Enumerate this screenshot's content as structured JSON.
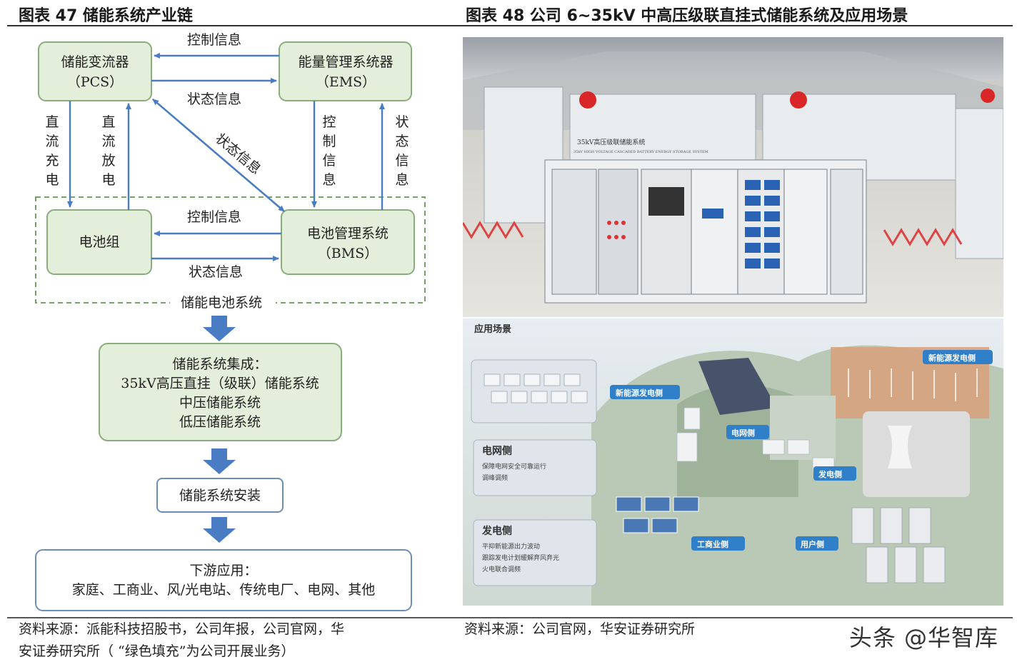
{
  "left": {
    "title": "图表 47 储能系统产业链",
    "boxes": {
      "pcs": [
        "储能变流器",
        "（PCS）"
      ],
      "ems": [
        "能量管理系统器",
        "（EMS）"
      ],
      "battery": "电池组",
      "bms": [
        "电池管理系统",
        "（BMS）"
      ],
      "integration": [
        "储能系统集成：",
        "35kV高压直挂（级联）储能系统",
        "中压储能系统",
        "低压储能系统"
      ],
      "install": "储能系统安装",
      "downstream": [
        "下游应用：",
        "家庭、工商业、风/光电站、传统电厂、电网、其他"
      ]
    },
    "labels": {
      "control_info": "控制信息",
      "status_info": "状态信息",
      "dc_charge": [
        "直",
        "流",
        "充",
        "电"
      ],
      "dc_discharge": [
        "直",
        "流",
        "放",
        "电"
      ],
      "control_vertical": [
        "控",
        "制",
        "信",
        "息"
      ],
      "status_vertical": [
        "状",
        "态",
        "信",
        "息"
      ],
      "battery_system": "储能电池系统"
    },
    "source": [
      "资料来源：派能科技招股书，公司年报，公司官网，华",
      "安证券研究所（ “绿色填充”为公司开展业务）"
    ]
  },
  "right": {
    "title": "图表 48 公司 6~35kV 中高压级联直挂式储能系统及应用场景",
    "photo_label": "35kV高压级联储能系统",
    "photo_sublabel": "35kV HIGH VOLTAGE CASCADED BATTERY ENERGY STORAGE SYSTEM",
    "scene": {
      "title": "应用场景",
      "tags": [
        "新能源发电侧",
        "新能源发电侧",
        "电网侧",
        "发电侧",
        "工商业侧",
        "用户侧"
      ],
      "grid_panel": {
        "title": "电网侧",
        "items": [
          "保障电网安全可靠运行",
          "调峰调频"
        ]
      },
      "gen_panel": {
        "title": "发电侧",
        "items": [
          "平抑新能源出力波动",
          "跟踪发电计划缓解弃风弃光",
          "火电联合调频"
        ]
      }
    },
    "source": "资料来源：公司官网，华安证券研究所"
  },
  "watermark": "头条 @华智库",
  "colors": {
    "box_fill": "#e3efda",
    "box_stroke": "#8aae7b",
    "arrow": "#4a7cc4",
    "dash": "#5f9a4e",
    "tag": "#2f7fc9"
  }
}
